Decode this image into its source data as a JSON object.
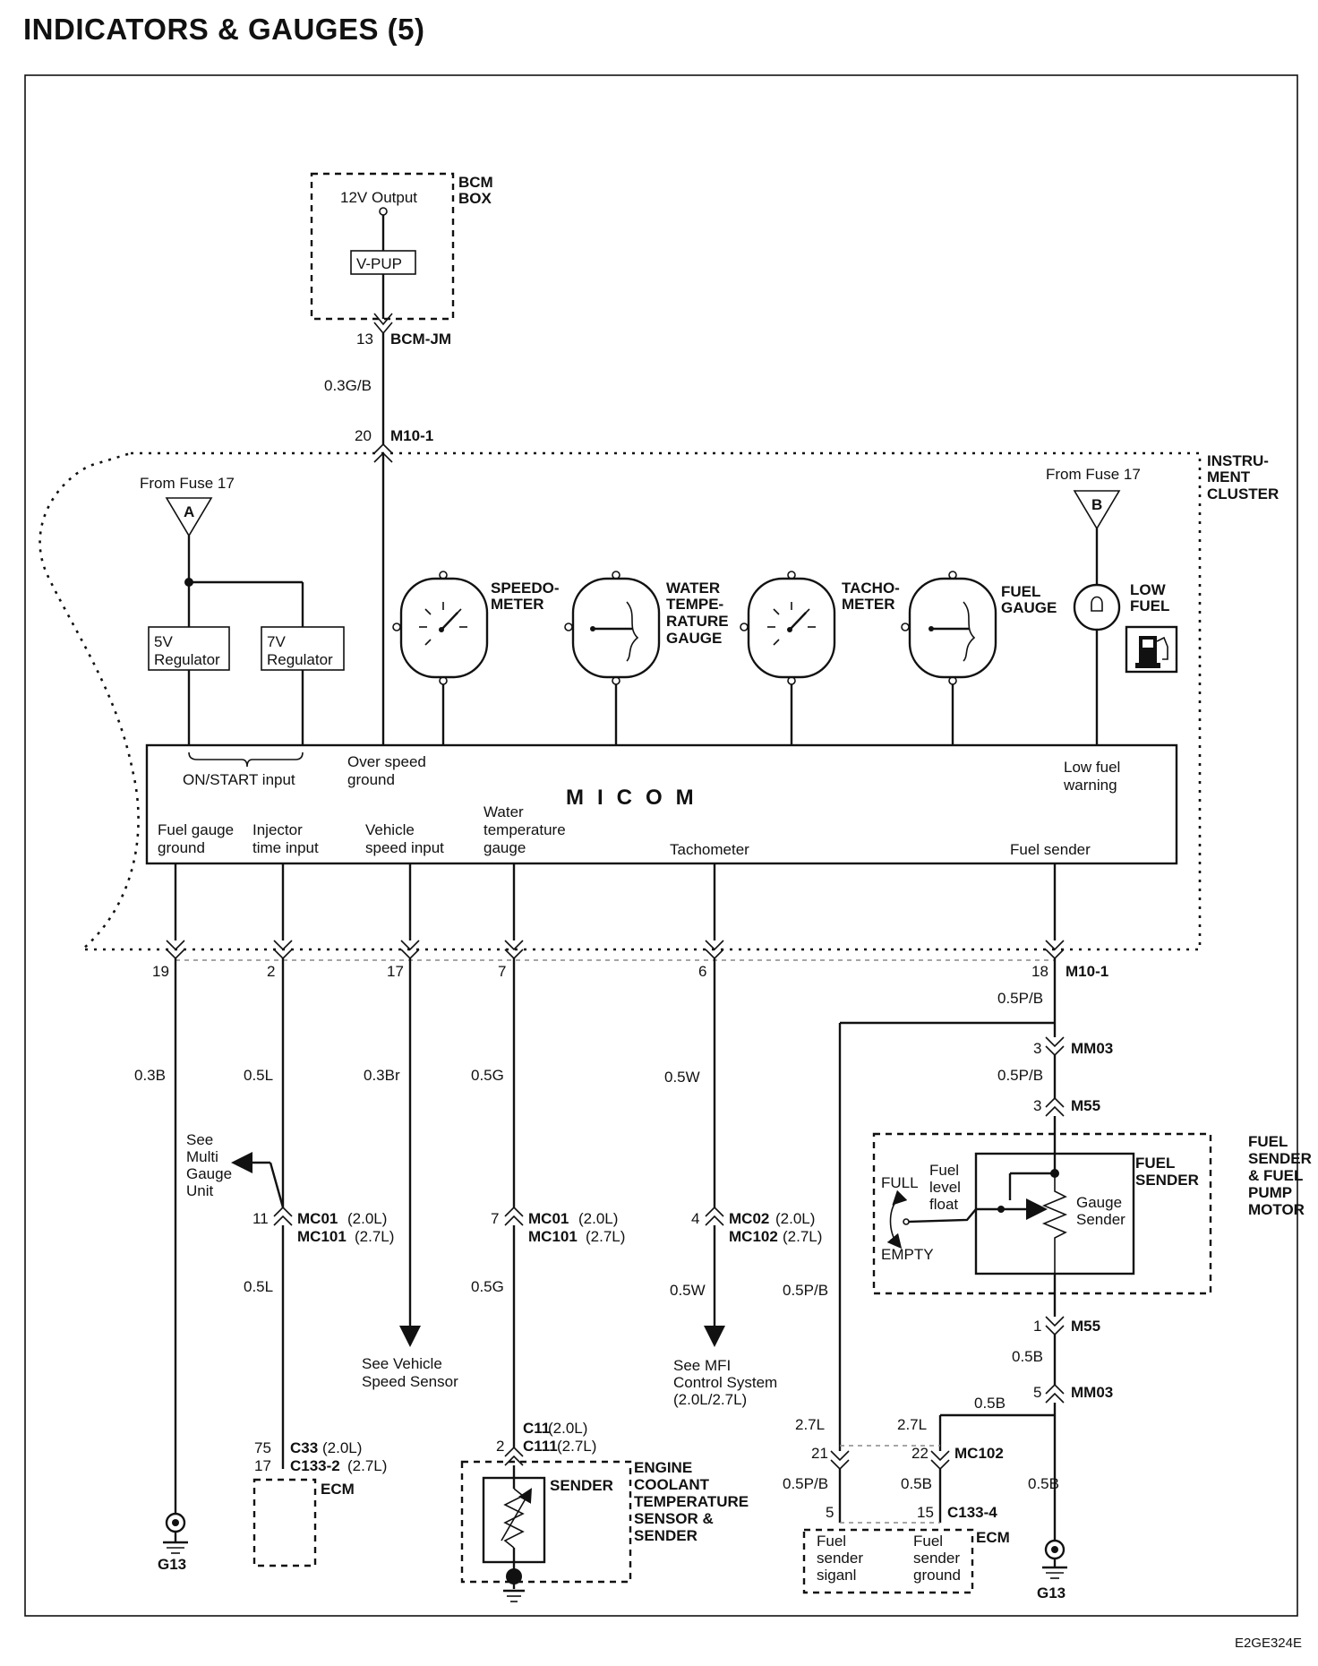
{
  "page_title": "INDICATORS & GAUGES (5)",
  "footer_code": "E2GE324E",
  "bcm": {
    "box_label_1": "BCM",
    "box_label_2": "BOX",
    "output": "12V Output",
    "vpup": "V-PUP",
    "pin": "13",
    "connector": "BCM-JM",
    "wire": "0.3G/B",
    "m10_pin": "20",
    "m10": "M10-1"
  },
  "cluster": {
    "label_1": "INSTRU-",
    "label_2": "MENT",
    "label_3": "CLUSTER",
    "fuse_a_text": "From Fuse 17",
    "fuse_a_letter": "A",
    "fuse_b_text": "From Fuse 17",
    "fuse_b_letter": "B",
    "reg5_1": "5V",
    "reg5_2": "Regulator",
    "reg7_1": "7V",
    "reg7_2": "Regulator",
    "gauges": {
      "speedo_1": "SPEEDO-",
      "speedo_2": "METER",
      "water_1": "WATER",
      "water_2": "TEMPE-",
      "water_3": "RATURE",
      "water_4": "GAUGE",
      "tacho_1": "TACHO-",
      "tacho_2": "METER",
      "fuel_1": "FUEL",
      "fuel_2": "GAUGE",
      "low_1": "LOW",
      "low_2": "FUEL"
    },
    "micom": "MICOM",
    "micom_labels": {
      "on_start": "ON/START input",
      "overspeed_1": "Over speed",
      "overspeed_2": "ground",
      "low_fuel_1": "Low fuel",
      "low_fuel_2": "warning",
      "fuel_gnd_1": "Fuel gauge",
      "fuel_gnd_2": "ground",
      "injector_1": "Injector",
      "injector_2": "time input",
      "vehicle_1": "Vehicle",
      "vehicle_2": "speed input",
      "water_1": "Water",
      "water_2": "temperature",
      "water_3": "gauge",
      "tacho": "Tachometer",
      "fuel_sender": "Fuel sender"
    }
  },
  "bottom": {
    "pins": [
      "19",
      "2",
      "17",
      "7",
      "6",
      "18"
    ],
    "m10": "M10-1",
    "wires": {
      "w19": "0.3B",
      "w2": "0.5L",
      "w17": "0.3Br",
      "w7": "0.5G",
      "w6": "0.5W",
      "w18": "0.5P/B"
    },
    "see_multi_1": "See",
    "see_multi_2": "Multi",
    "see_multi_3": "Gauge",
    "see_multi_4": "Unit",
    "mc01_pin_inj": "11",
    "mc01_a": "MC01",
    "mc01_a_var": "(2.0L)",
    "mc101_a": "MC101",
    "mc101_a_var": "(2.7L)",
    "inj_wire2": "0.5L",
    "ecm_c33_pin": "75",
    "ecm_c133_pin": "17",
    "c33": "C33",
    "c33_var": "(2.0L)",
    "c133_2": "C133-2",
    "c133_2_var": "(2.7L)",
    "ecm": "ECM",
    "g13_left": "G13",
    "see_vss_1": "See Vehicle",
    "see_vss_2": "Speed Sensor",
    "water_pin": "7",
    "water_wire2": "0.5G",
    "c11_pin": "2",
    "c11": "C11",
    "c11_var": "(2.0L)",
    "c111": "C111",
    "c111_var": "(2.7L)",
    "sender": "SENDER",
    "ect_1": "ENGINE",
    "ect_2": "COOLANT",
    "ect_3": "TEMPERATURE",
    "ect_4": "SENSOR &",
    "ect_5": "SENDER",
    "tacho_pin": "4",
    "mc02": "MC02",
    "mc02_var": "(2.7L)",
    "mc02_var_a": "(2.0L)",
    "mc102": "MC102",
    "tacho_wire2": "0.5W",
    "see_mfi_1": "See MFI",
    "see_mfi_2": "Control System",
    "see_mfi_3": "(2.0L/2.7L)",
    "mm03_pin": "3",
    "mm03": "MM03",
    "wire_pb2": "0.5P/B",
    "m55_pin": "3",
    "m55": "M55",
    "fuel_sender_1": "FUEL",
    "fuel_sender_2": "SENDER",
    "fs_motor_1": "FUEL",
    "fs_motor_2": "SENDER",
    "fs_motor_3": "& FUEL",
    "fs_motor_4": "PUMP",
    "fs_motor_5": "MOTOR",
    "full": "FULL",
    "empty": "EMPTY",
    "float_1": "Fuel",
    "float_2": "level",
    "float_3": "float",
    "gauge_sender_1": "Gauge",
    "gauge_sender_2": "Sender",
    "m55_bot_pin": "1",
    "m55_bot": "M55",
    "w_05b_1": "0.5B",
    "mm03_bot_pin": "5",
    "mm03_bot": "MM03",
    "w_05b_2": "0.5B",
    "w_27l_a": "2.7L",
    "w_27l_b": "2.7L",
    "w_pb_left": "0.5P/B",
    "pin21": "21",
    "pin22": "22",
    "mc102_b": "MC102",
    "w_pb_3": "0.5P/B",
    "w_05b_3": "0.5B",
    "w_05b_4": "0.5B",
    "pin5": "5",
    "pin15": "15",
    "c133_4": "C133-4",
    "ecm_r": "ECM",
    "fss_1": "Fuel",
    "fss_2": "sender",
    "fss_3": "siganl",
    "fsg_1": "Fuel",
    "fsg_2": "sender",
    "fsg_3": "ground",
    "g13_right": "G13"
  }
}
